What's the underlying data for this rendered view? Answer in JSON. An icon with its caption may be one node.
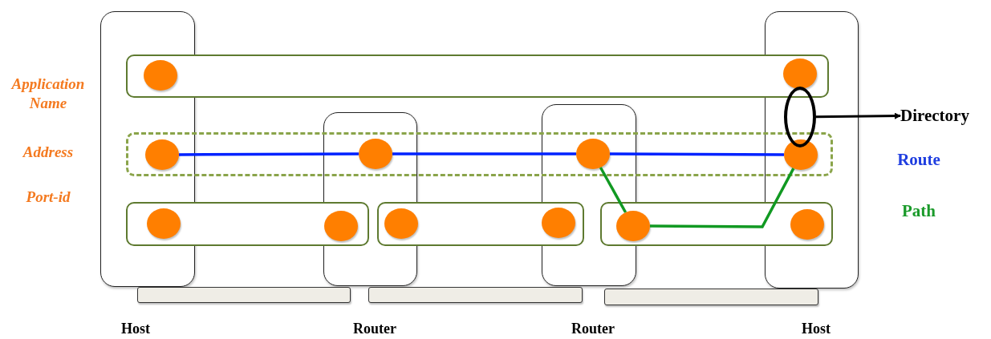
{
  "diagram": {
    "nodes": [
      {
        "text": [],
        "shape": "circle"
      },
      {
        "text": [],
        "shape": "circle"
      },
      {
        "text": [],
        "shape": "ellipse"
      },
      {
        "text": [
          "Directory"
        ]
      },
      {
        "text": [],
        "shape": "circle"
      },
      {
        "text": [],
        "shape": "circle"
      },
      {
        "text": [],
        "shape": "circle"
      },
      {
        "text": [],
        "shape": "circle"
      },
      {
        "text": [],
        "shape": "circle"
      },
      {
        "text": [],
        "shape": "circle"
      },
      {
        "text": [],
        "shape": "circle"
      },
      {
        "text": [],
        "shape": "circle"
      },
      {
        "text": [],
        "shape": "circle"
      },
      {
        "text": [],
        "shape": "circle"
      },
      {
        "text": [],
        "shape": "bar"
      },
      {
        "text": [],
        "shape": "bar"
      },
      {
        "text": [],
        "shape": "bar"
      }
    ],
    "edges": [
      {
        "from": 2,
        "to": 3,
        "arrow": "to",
        "color": "#000000"
      },
      {
        "from": 4,
        "to": 5,
        "arrow": "none",
        "color": "#0022ff"
      },
      {
        "from": 5,
        "to": 6,
        "arrow": "none",
        "color": "#0022ff"
      },
      {
        "from": 6,
        "to": 7,
        "arrow": "none",
        "color": "#0022ff"
      },
      {
        "from": 6,
        "to": 12,
        "arrow": "none",
        "color": "#119922"
      },
      {
        "from": 12,
        "to": 7,
        "arrow": "none",
        "color": "#119922"
      }
    ],
    "labels": [
      "Application Name",
      "Address",
      "Port-id",
      "Route",
      "Path",
      "Host",
      "Router",
      "Router",
      "Host"
    ]
  }
}
